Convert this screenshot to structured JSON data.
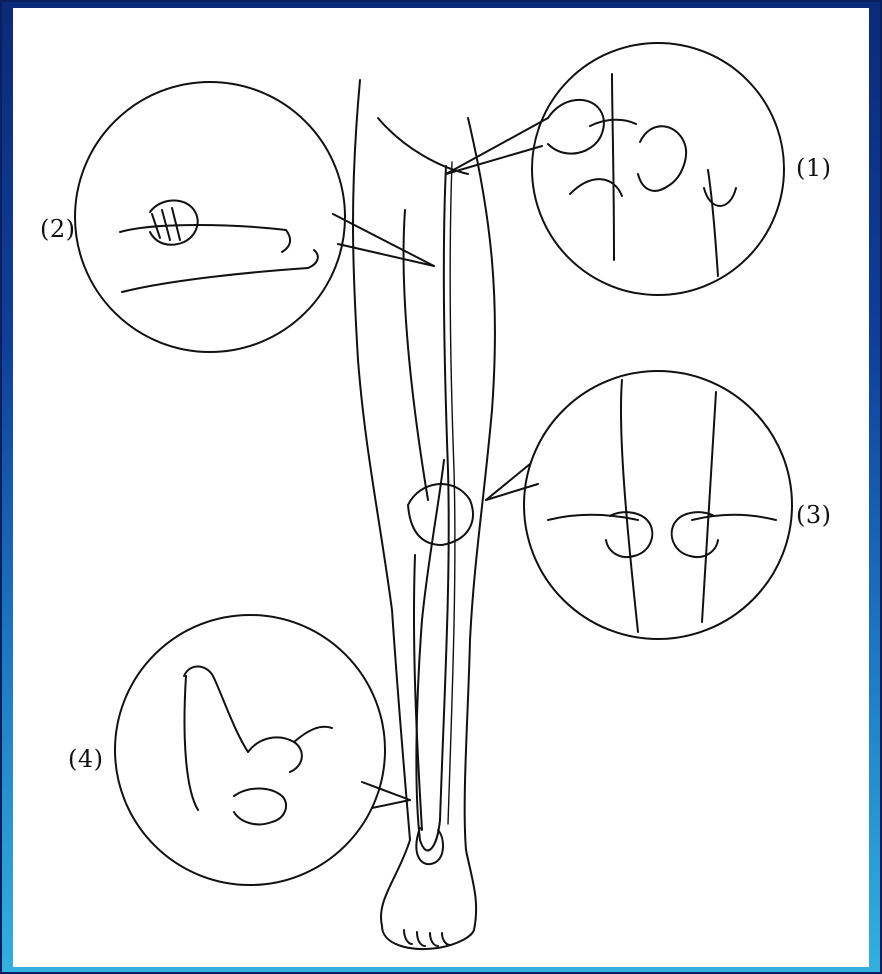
{
  "labels": {
    "inset_1": "(1)",
    "inset_2": "(2)",
    "inset_3": "(3)",
    "inset_4": "(4)"
  },
  "colors": {
    "background_gradient_top": "#0b2a78",
    "background_gradient_bottom": "#34b0df",
    "paper": "#ffffff",
    "line": "#111111"
  }
}
